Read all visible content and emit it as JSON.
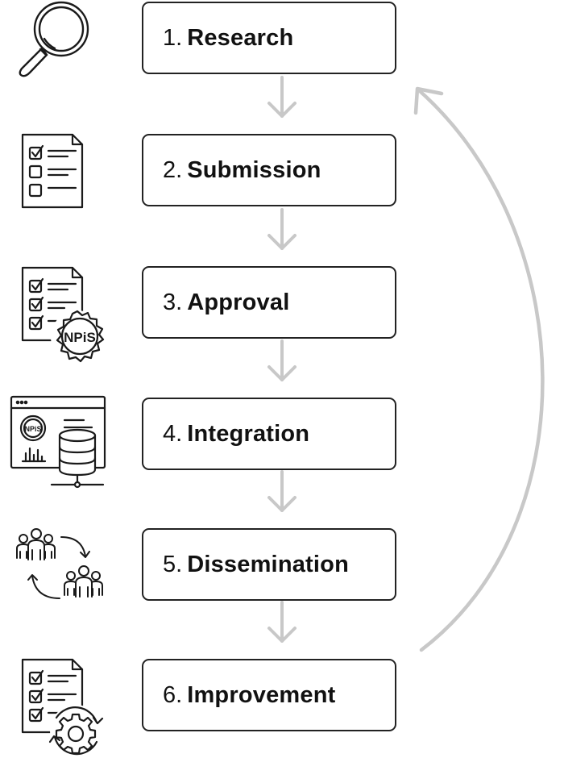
{
  "steps": [
    {
      "number": "1.",
      "label": "Research",
      "icon": "magnifying-glass-icon"
    },
    {
      "number": "2.",
      "label": "Submission",
      "icon": "checklist-document-icon"
    },
    {
      "number": "3.",
      "label": "Approval",
      "icon": "checklist-with-npis-seal-icon",
      "seal_text": "NPiS"
    },
    {
      "number": "4.",
      "label": "Integration",
      "icon": "dashboard-with-database-icon",
      "seal_text": "NPiS"
    },
    {
      "number": "5.",
      "label": "Dissemination",
      "icon": "people-exchange-icon"
    },
    {
      "number": "6.",
      "label": "Improvement",
      "icon": "checklist-with-gear-icon"
    }
  ],
  "colors": {
    "box_border": "#222222",
    "arrow": "#c8c8c8",
    "icon_stroke": "#1a1a1a"
  }
}
